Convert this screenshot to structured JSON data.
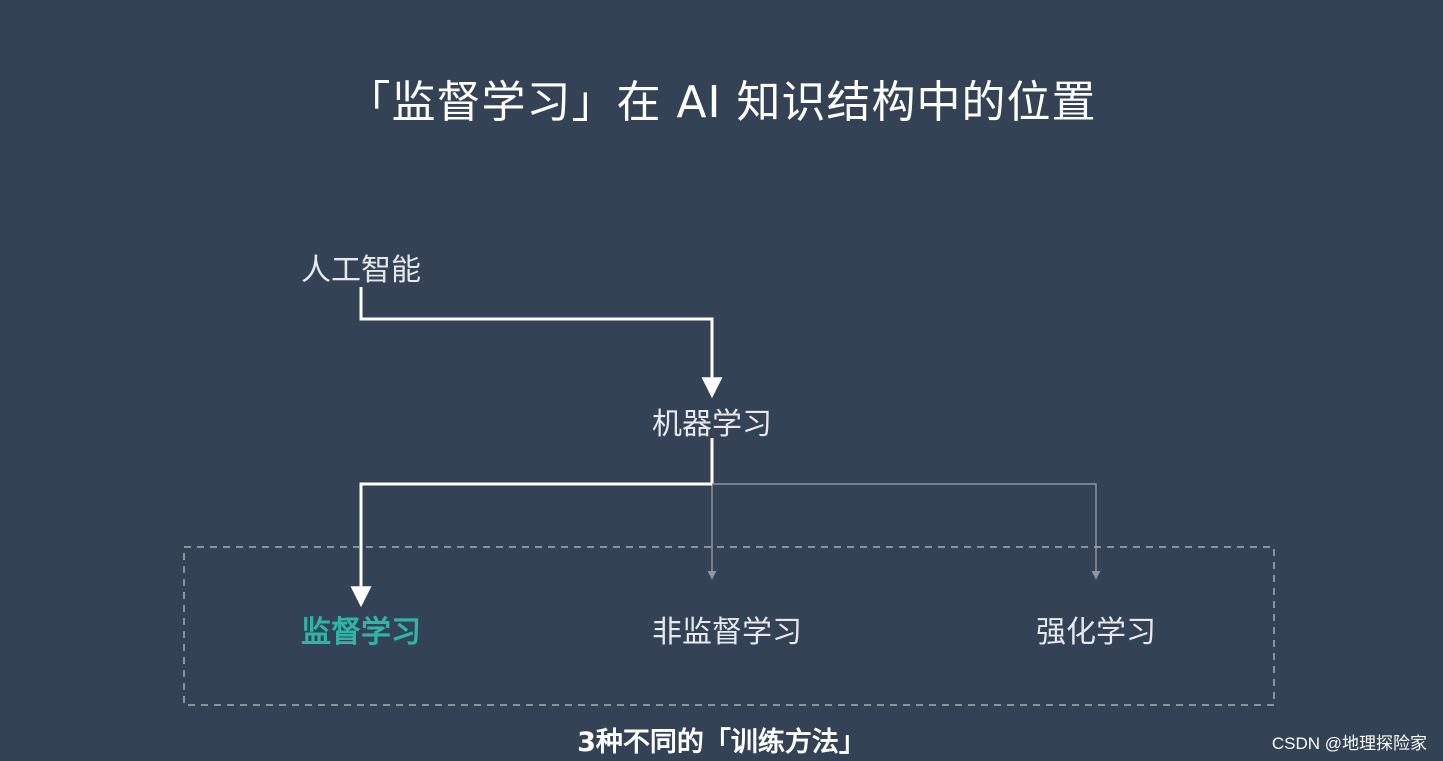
{
  "title": "「监督学习」在 AI 知识结构中的位置",
  "nodes": {
    "root": "人工智能",
    "middle": "机器学习",
    "supervised": "监督学习",
    "unsupervised": "非监督学习",
    "reinforcement": "强化学习"
  },
  "group_caption": "3种不同的「训练方法」",
  "watermark": "CSDN @地理探险家",
  "colors": {
    "background": "#344255",
    "highlight": "#2fb5a8",
    "primary_line": "#ffffff",
    "secondary_line": "#8d95a1",
    "dashed_box": "#a7adb6"
  }
}
